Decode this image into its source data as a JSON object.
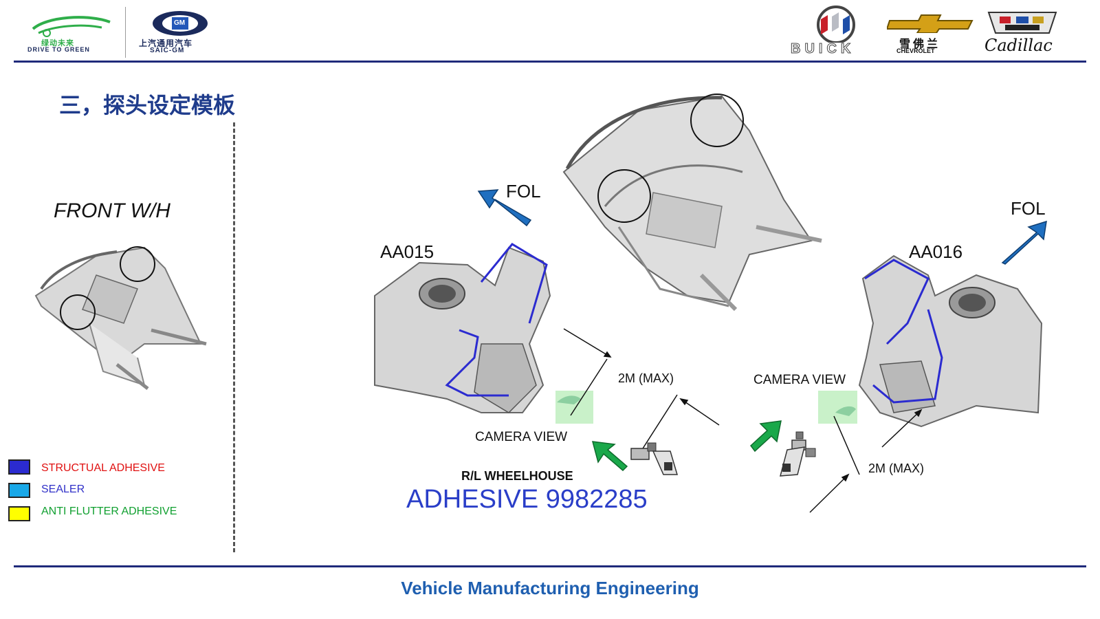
{
  "header": {
    "logo_left": {
      "caption_cn": "绿动未来",
      "caption_en": "DRIVE TO GREEN"
    },
    "logo_saic": {
      "caption_cn": "上汽通用汽车",
      "caption_en": "SAIC-GM",
      "badge": "GM"
    },
    "brands": {
      "buick": "BUICK",
      "chevrolet_cn": "雪佛兰",
      "chevrolet_en": "CHEVROLET",
      "cadillac": "Cadillac"
    }
  },
  "title": "三，探头设定模板",
  "left_panel": {
    "label": "FRONT W/H"
  },
  "legend": [
    {
      "label": "STRUCTUAL ADHESIVE",
      "swatch": "#2b2bd0",
      "text_color": "#e01010"
    },
    {
      "label": "SEALER",
      "swatch": "#19a8e8",
      "text_color": "#3030c8"
    },
    {
      "label": "ANTI FLUTTER ADHESIVE",
      "swatch": "#ffff00",
      "text_color": "#10a030"
    }
  ],
  "diagram": {
    "fol_left": "FOL",
    "fol_right": "FOL",
    "part_left": "AA015",
    "part_right": "AA016",
    "camera_view_left": "CAMERA VIEW",
    "camera_view_right": "CAMERA VIEW",
    "distance_left": "2M (MAX)",
    "distance_right": "2M (MAX)",
    "wheelhouse": "R/L WHEELHOUSE",
    "adhesive": "ADHESIVE 9982285"
  },
  "colors": {
    "accent": "#1f2a7a",
    "arrow_blue": "#1f6fc0",
    "arrow_green": "#1aa84a",
    "adhesive_text": "#2a3ec8",
    "footer_text": "#1f5fb0"
  },
  "footer": {
    "text": "Vehicle Manufacturing Engineering"
  }
}
